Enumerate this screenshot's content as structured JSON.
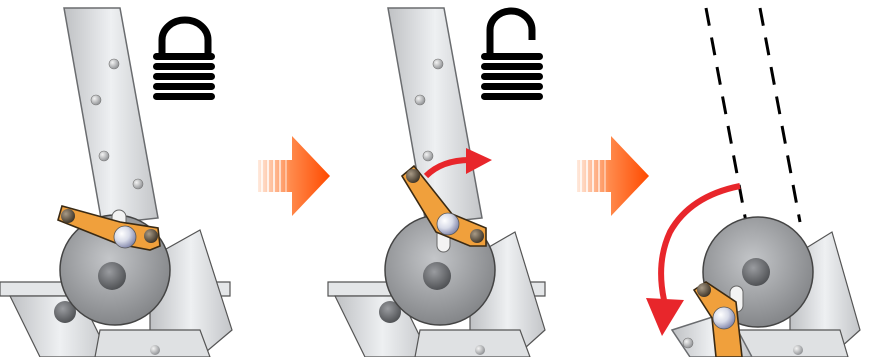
{
  "diagram": {
    "steps": [
      {
        "id": "locked",
        "lock_icon": "padlock-closed-icon"
      },
      {
        "id": "unlocked",
        "lock_icon": "padlock-open-icon",
        "motion": "rotate-lever-clockwise-arrow"
      },
      {
        "id": "folded",
        "motion": "fold-arm-counterclockwise-arrow"
      }
    ],
    "transitions": [
      "step-arrow-icon",
      "step-arrow-icon"
    ],
    "colors": {
      "lever": "#f0a03c",
      "lever_edge": "#3a2a14",
      "motion_arrow": "#e8262b",
      "step_arrow": "#ff4a00",
      "lock_icon": "#000000",
      "metal": "#d4d6d9",
      "wheel": "#9a9c9f"
    }
  }
}
